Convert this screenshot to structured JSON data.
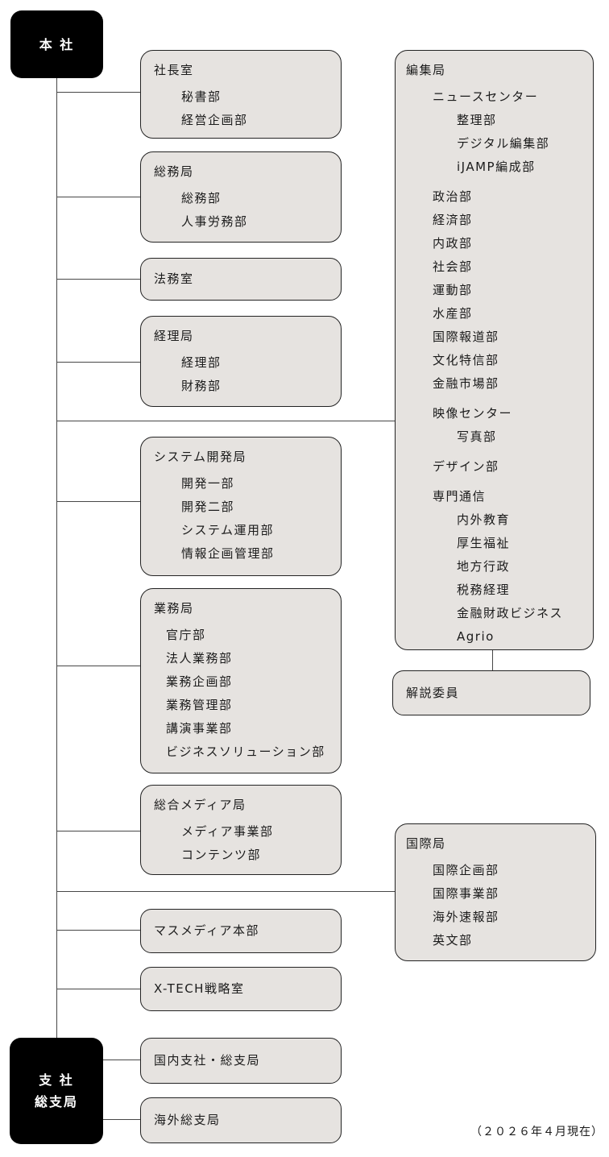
{
  "hq": {
    "label": "本 社"
  },
  "branch": {
    "line1": "支 社",
    "line2": "総支局"
  },
  "left": [
    {
      "title": "社長室",
      "children": [
        "秘書部",
        "経営企画部"
      ]
    },
    {
      "title": "総務局",
      "children": [
        "総務部",
        "人事労務部"
      ]
    },
    {
      "title": "法務室",
      "children": []
    },
    {
      "title": "経理局",
      "children": [
        "経理部",
        "財務部"
      ]
    },
    {
      "title": "システム開発局",
      "children": [
        "開発一部",
        "開発二部",
        "システム運用部",
        "情報企画管理部"
      ]
    },
    {
      "title": "業務局",
      "children": [
        "官庁部",
        "法人業務部",
        "業務企画部",
        "業務管理部",
        "講演事業部",
        "ビジネスソリューション部"
      ]
    },
    {
      "title": "総合メディア局",
      "children": [
        "メディア事業部",
        "コンテンツ部"
      ]
    },
    {
      "title": "マスメディア本部",
      "children": []
    },
    {
      "title": "X-TECH戦略室",
      "children": []
    },
    {
      "title": "国内支社・総支局",
      "children": []
    },
    {
      "title": "海外総支局",
      "children": []
    }
  ],
  "editorial": {
    "title": "編集局",
    "news_center": {
      "head": "ニュースセンター",
      "subs": [
        "整理部",
        "デジタル編集部",
        "iJAMP編成部"
      ]
    },
    "departments": [
      "政治部",
      "経済部",
      "内政部",
      "社会部",
      "運動部",
      "水産部",
      "国際報道部",
      "文化特信部",
      "金融市場部"
    ],
    "video_center": {
      "head": "映像センター",
      "subs": [
        "写真部"
      ]
    },
    "design": "デザイン部",
    "senmon": {
      "head": "専門通信",
      "subs": [
        "内外教育",
        "厚生福祉",
        "地方行政",
        "税務経理",
        "金融財政ビジネス",
        "Agrio"
      ]
    }
  },
  "kaisetsu": {
    "title": "解説委員"
  },
  "international": {
    "title": "国際局",
    "children": [
      "国際企画部",
      "国際事業部",
      "海外速報部",
      "英文部"
    ]
  },
  "footnote": "（２０２６年４月現在）",
  "colors": {
    "box_fill": "#e6e3e0",
    "box_border": "#232323",
    "line": "#474747",
    "black_box": "#000000"
  }
}
